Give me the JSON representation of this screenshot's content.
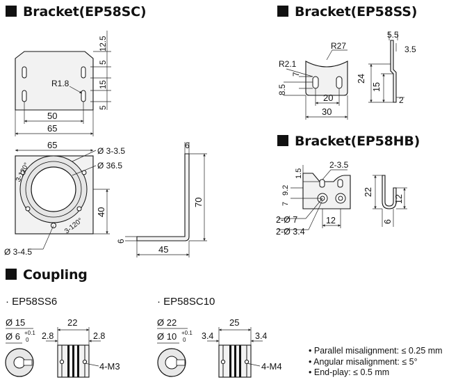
{
  "sections": {
    "ep58sc": "Bracket(EP58SC)",
    "ep58ss": "Bracket(EP58SS)",
    "ep58hb": "Bracket(EP58HB)",
    "coupling": "Coupling"
  },
  "coupling_models": {
    "ss6": "EP58SS6",
    "sc10": "EP58SC10"
  },
  "dims": {
    "sc_top": {
      "d12_5": "12.5",
      "d5a": "5",
      "d15": "15",
      "d5b": "5",
      "r1_8": "R1.8",
      "d50": "50",
      "d65": "65"
    },
    "sc_front": {
      "d65": "65",
      "hole_3_3_5": "Ø 3-3.5",
      "bore": "Ø 36.5",
      "hole_3_4_5": "Ø 3-4.5",
      "ang_a": "3-120°",
      "ang_b": "3-120°",
      "d40": "40"
    },
    "sc_side": {
      "d6_top": "6",
      "d70": "70",
      "d6_bot": "6",
      "d45": "45"
    },
    "ss": {
      "r27": "R27",
      "r2_1": "R2.1",
      "d7": "7",
      "d8_5": "8.5",
      "d20": "20",
      "d30": "30",
      "d5_5": "5.5",
      "d3_5": "3.5",
      "d24": "24",
      "d15": "15",
      "d2": "2"
    },
    "hb": {
      "d1_5": "1.5",
      "d2_3_5": "2-3.5",
      "d7": "7",
      "d9_2": "9.2",
      "d12": "12",
      "hole7": "2-Ø 7",
      "hole3_4": "2-Ø 3.4",
      "d22": "22",
      "d12_side": "12",
      "d6": "6"
    },
    "ss6": {
      "od": "Ø 15",
      "id": "Ø 6",
      "tol_up": "+0.1",
      "tol_dn": "0",
      "len": "22",
      "l1": "2.8",
      "r1": "2.8",
      "screw": "4-M3"
    },
    "sc10": {
      "od": "Ø 22",
      "id": "Ø 10",
      "tol_up": "+0.1",
      "tol_dn": "0",
      "len": "25",
      "l1": "3.4",
      "r1": "3.4",
      "screw": "4-M4"
    }
  },
  "notes": [
    "Parallel misalignment: ≤ 0.25 mm",
    "Angular misalignment: ≤ 5°",
    "End-play: ≤ 0.5 mm"
  ]
}
